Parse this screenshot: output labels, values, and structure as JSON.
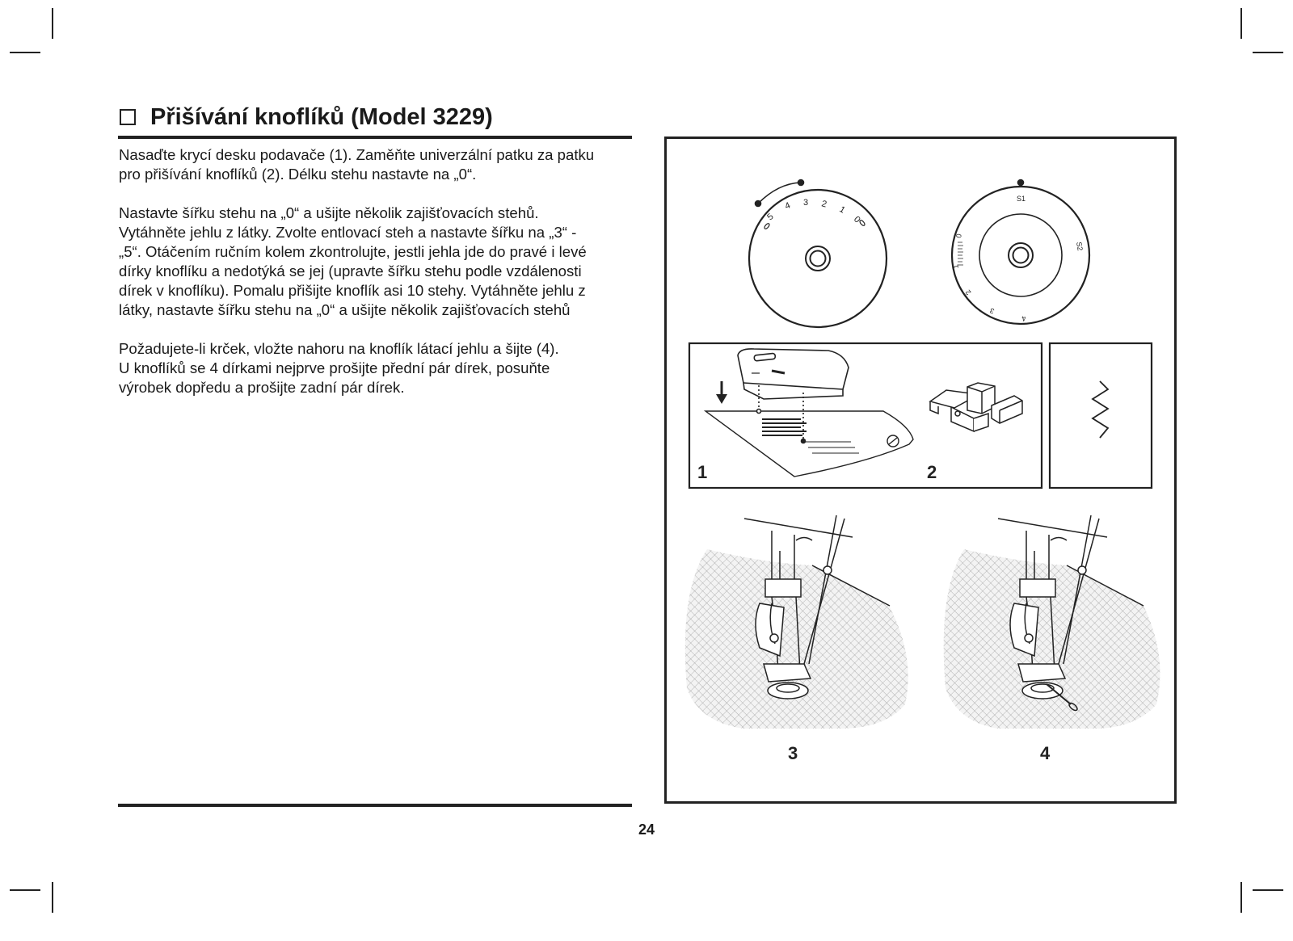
{
  "heading": {
    "checkbox": "☐",
    "title": "Přišívání knoflíků (Model 3229)"
  },
  "paragraphs": [
    {
      "lines": [
        "Nasaďte krycí desku podavače (1). Zaměňte univerzální patku za patku",
        "pro přišívání knoflíků (2). Délku stehu nastavte na „0“."
      ]
    },
    {
      "lines": [
        "Nastavte šířku stehu na „0“ a ušijte několik zajišťovacích stehů.",
        "Vytáhněte jehlu z látky. Zvolte entlovací steh a nastavte šířku na „3“ -",
        "„5“. Otáčením ručním kolem zkontrolujte, jestli jehla jde do pravé i levé",
        "dírky knoflíku a nedotýká se jej (upravte šířku stehu podle vzdálenosti",
        "dírek v knoflíku). Pomalu přišijte knoflík asi 10 stehy. Vytáhněte jehlu z",
        "látky, nastavte šířku stehu na „0“ a ušijte několik zajišťovacích stehů"
      ]
    },
    {
      "lines": [
        "Požadujete-li krček, vložte nahoru na knoflík látací jehlu a šijte (4).",
        "U knoflíků se 4 dírkami nejprve prošijte přední pár dírek, posuňte",
        "výrobek dopředu a prošijte zadní pár dírek."
      ]
    }
  ],
  "figure": {
    "width_dial": {
      "marks": [
        "5",
        "4",
        "3",
        "2",
        "1",
        "0"
      ]
    },
    "length_dial": {
      "marks": [
        "S1",
        "S2",
        "0",
        "1",
        "2",
        "3",
        "4"
      ]
    },
    "panel_labels": [
      "1",
      "2",
      "3",
      "4"
    ]
  },
  "page_number": "24"
}
